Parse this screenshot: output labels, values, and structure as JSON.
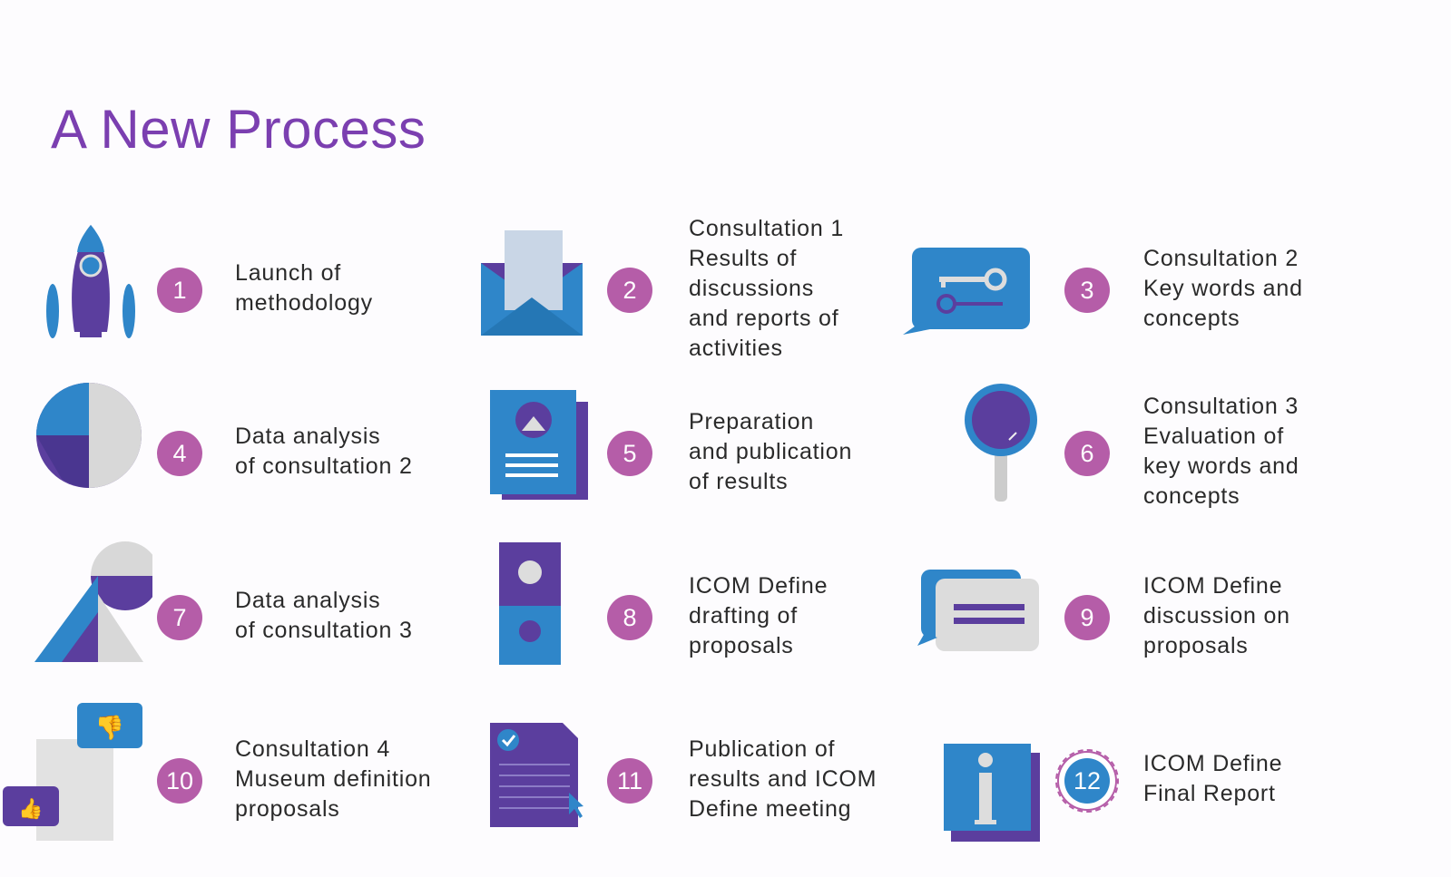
{
  "title": "A New Process",
  "colors": {
    "title": "#7b3fb0",
    "badge": "#b55da8",
    "blue": "#2f86c9",
    "purple": "#5b3e9e"
  },
  "steps": [
    {
      "number": "1",
      "icon": "rocket-icon",
      "lines": [
        "Launch of",
        "methodology"
      ]
    },
    {
      "number": "2",
      "icon": "envelope-letter-icon",
      "lines": [
        "Consultation 1",
        "Results of",
        "discussions",
        "and reports of",
        "activities"
      ]
    },
    {
      "number": "3",
      "icon": "key-speech-bubble-icon",
      "lines": [
        "Consultation 2",
        "Key words and",
        "concepts"
      ]
    },
    {
      "number": "4",
      "icon": "pie-chart-icon",
      "lines": [
        "Data analysis",
        "of consultation 2"
      ]
    },
    {
      "number": "5",
      "icon": "report-document-icon",
      "lines": [
        "Preparation",
        "and publication",
        "of results"
      ]
    },
    {
      "number": "6",
      "icon": "magnifier-icon",
      "lines": [
        "Consultation 3",
        "Evaluation of",
        "key words and",
        "concepts"
      ]
    },
    {
      "number": "7",
      "icon": "shapes-icon",
      "lines": [
        "Data analysis",
        "of consultation 3"
      ]
    },
    {
      "number": "8",
      "icon": "book-cover-icon",
      "lines": [
        "ICOM Define",
        "drafting of",
        "proposals"
      ]
    },
    {
      "number": "9",
      "icon": "chat-bubbles-icon",
      "lines": [
        "ICOM Define",
        "discussion on",
        "proposals"
      ]
    },
    {
      "number": "10",
      "icon": "thumbs-feedback-icon",
      "lines": [
        "Consultation 4",
        "Museum definition",
        "proposals"
      ]
    },
    {
      "number": "11",
      "icon": "checklist-document-icon",
      "lines": [
        "Publication of",
        "results and ICOM",
        "Define meeting"
      ]
    },
    {
      "number": "12",
      "icon": "info-icon",
      "lines": [
        "ICOM Define",
        "Final Report"
      ]
    }
  ]
}
